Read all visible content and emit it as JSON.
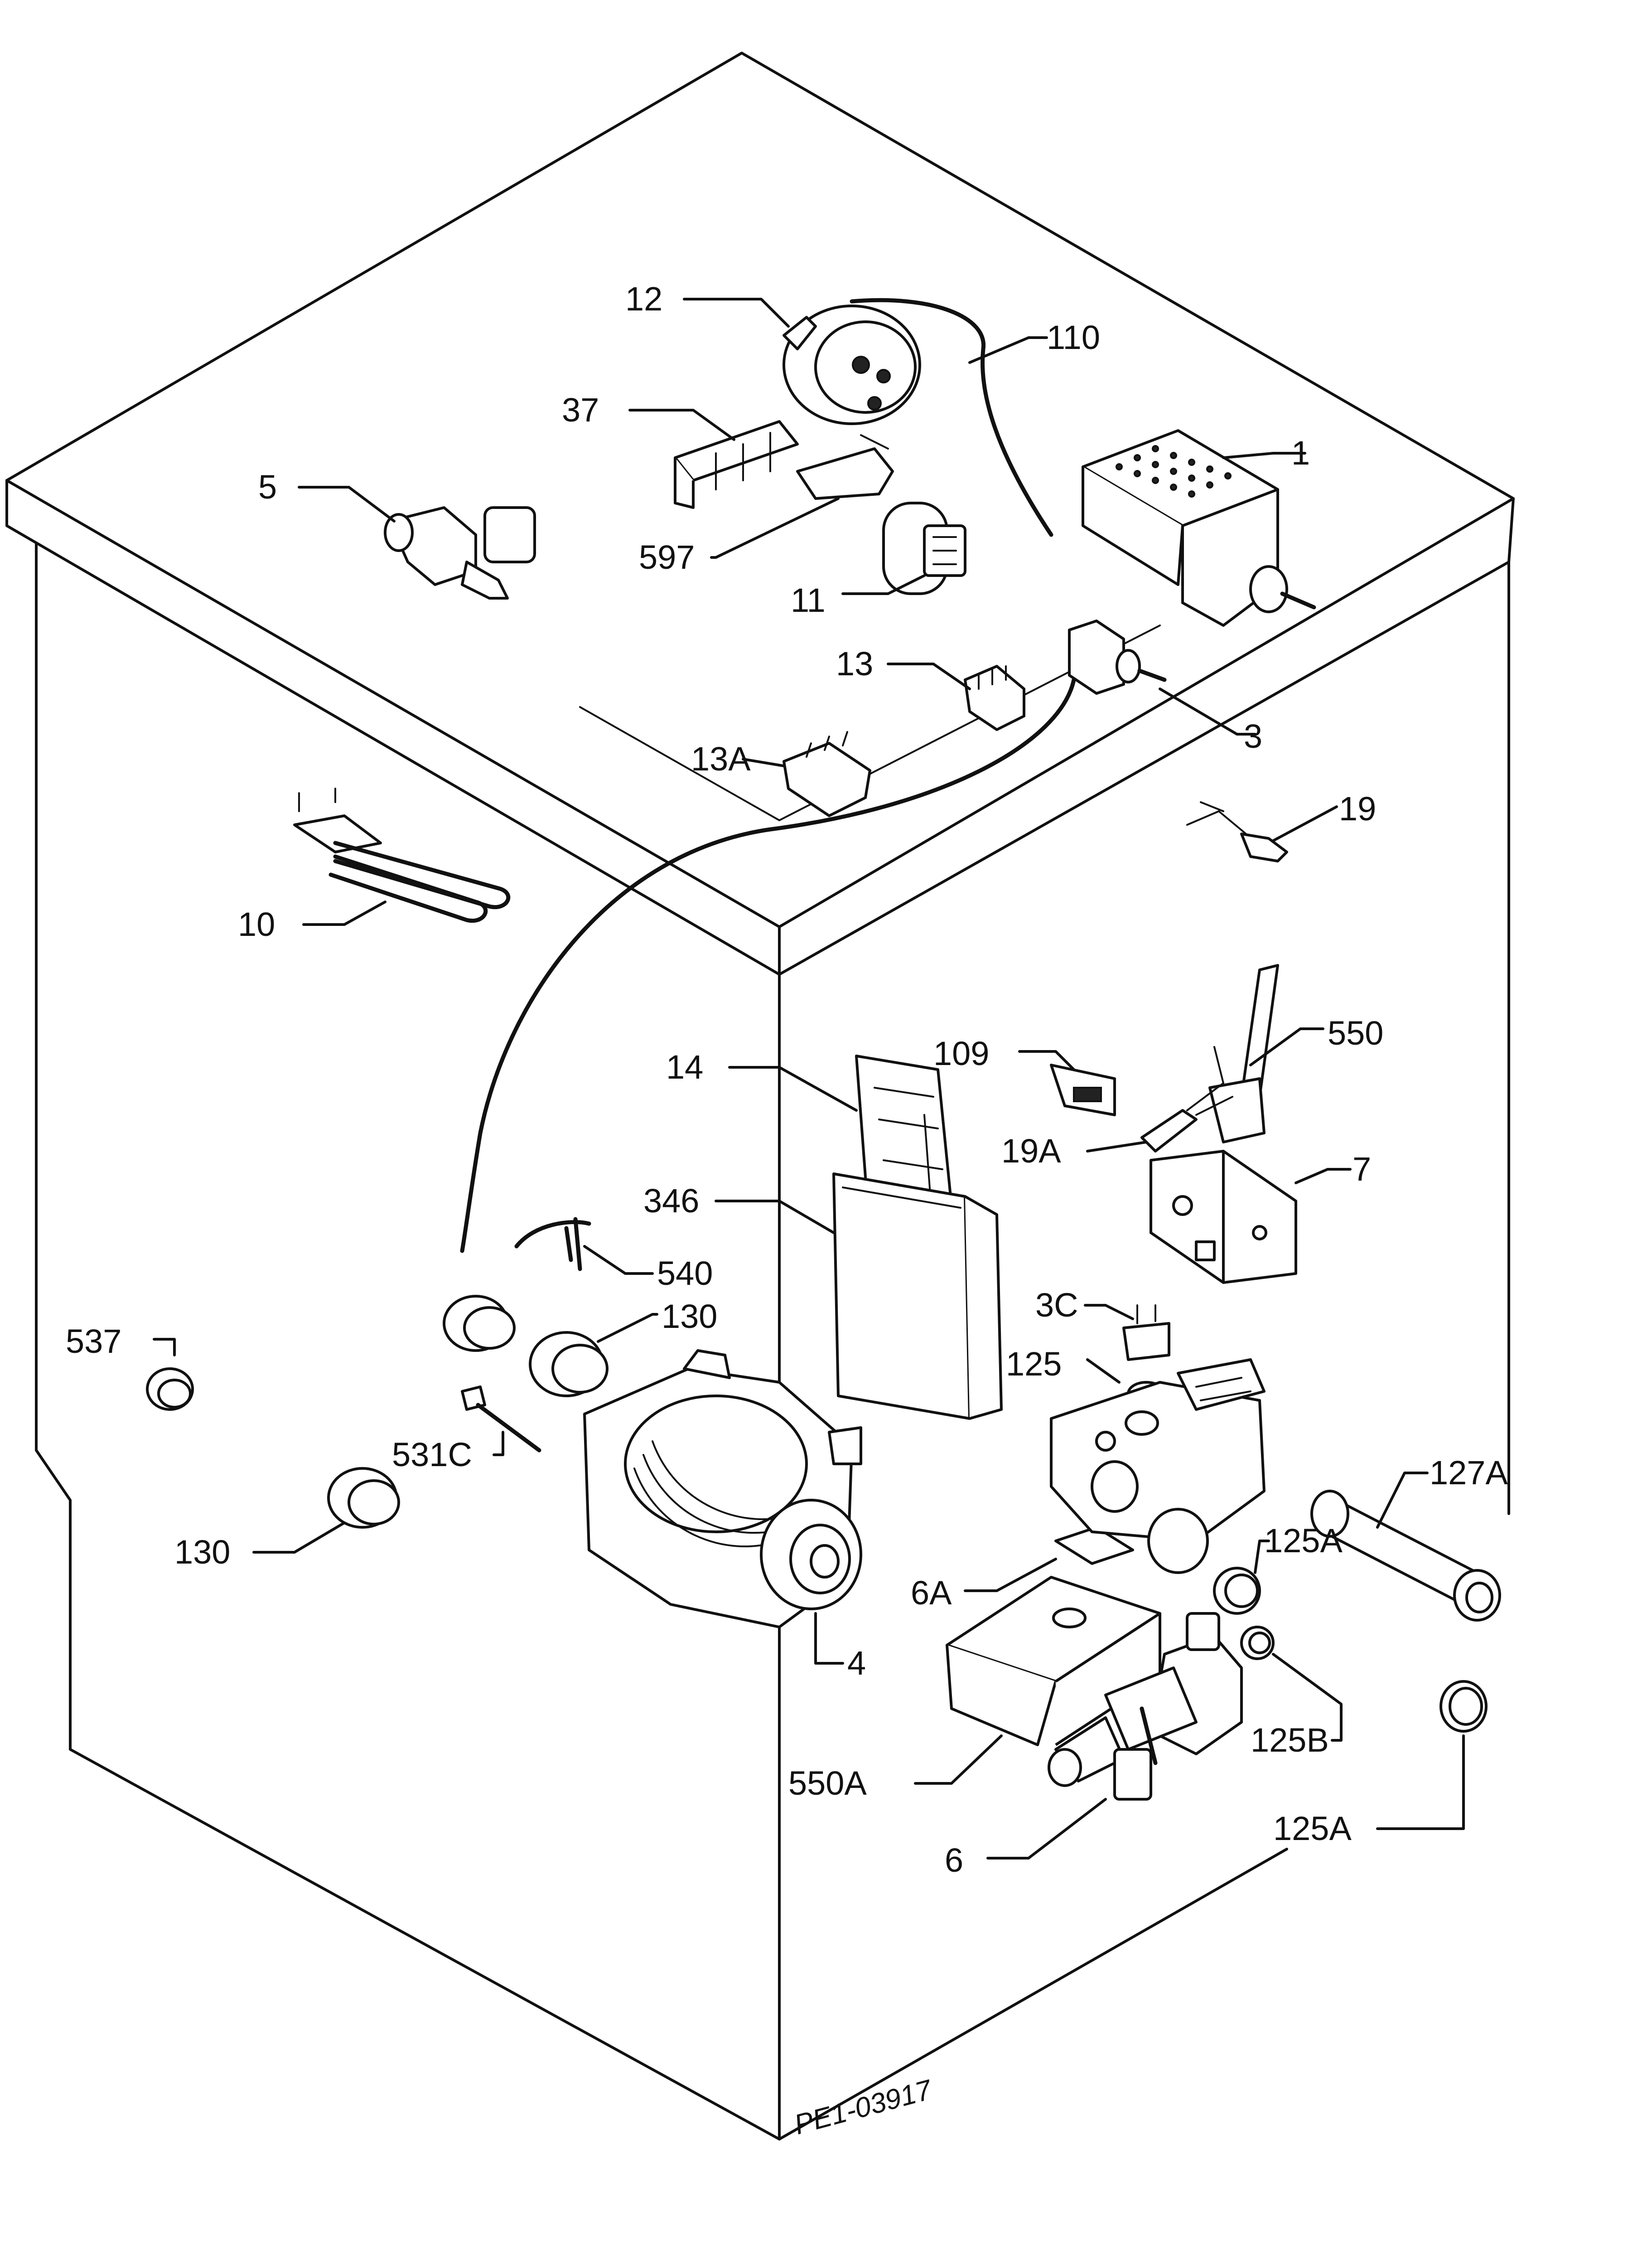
{
  "diagram": {
    "drawing_code": "PE1-03917",
    "labels": {
      "l12": "12",
      "l110": "110",
      "l37": "37",
      "l5": "5",
      "l1": "1",
      "l597": "597",
      "l11": "11",
      "l13": "13",
      "l3": "3",
      "l13a": "13A",
      "l19": "19",
      "l10": "10",
      "l550": "550",
      "l109": "109",
      "l14": "14",
      "l19a": "19A",
      "l7": "7",
      "l346": "346",
      "l540": "540",
      "l3c": "3C",
      "l537": "537",
      "l130a": "130",
      "l125": "125",
      "l531c": "531C",
      "l127a": "127A",
      "l125a1": "125A",
      "l130b": "130",
      "l6a": "6A",
      "l4": "4",
      "l125b": "125B",
      "l550a": "550A",
      "l125a2": "125A",
      "l6": "6"
    }
  }
}
